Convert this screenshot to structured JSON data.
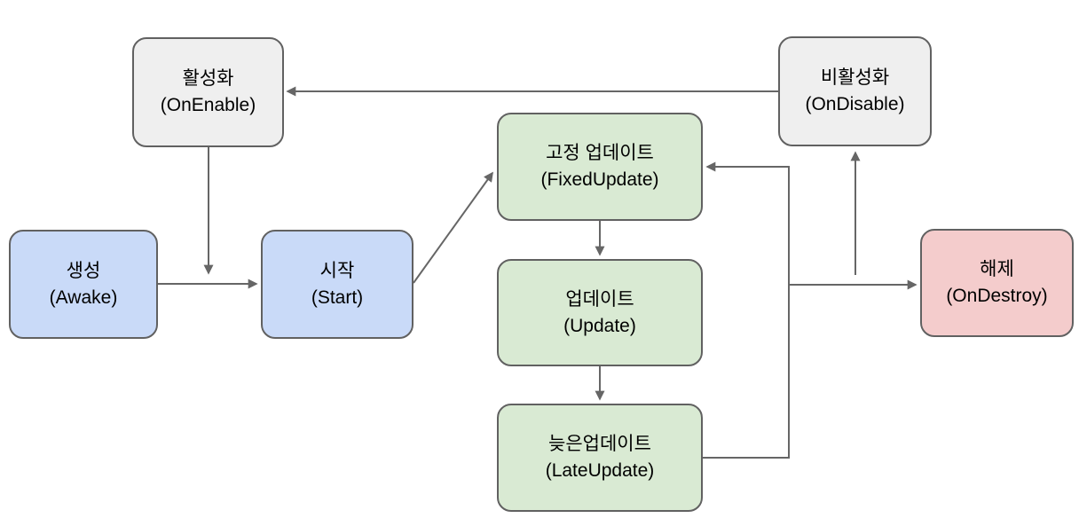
{
  "nodes": {
    "onenable": {
      "label": "활성화",
      "sublabel": "(OnEnable)",
      "fill": "#efefef"
    },
    "ondisable": {
      "label": "비활성화",
      "sublabel": "(OnDisable)",
      "fill": "#efefef"
    },
    "awake": {
      "label": "생성",
      "sublabel": "(Awake)",
      "fill": "#c9daf8"
    },
    "start": {
      "label": "시작",
      "sublabel": "(Start)",
      "fill": "#c9daf8"
    },
    "fixedupdate": {
      "label": "고정 업데이트",
      "sublabel": "(FixedUpdate)",
      "fill": "#d9ead3"
    },
    "update": {
      "label": "업데이트",
      "sublabel": "(Update)",
      "fill": "#d9ead3"
    },
    "lateupdate": {
      "label": "늦은업데이트",
      "sublabel": "(LateUpdate)",
      "fill": "#d9ead3"
    },
    "ondestroy": {
      "label": "해제",
      "sublabel": "(OnDestroy)",
      "fill": "#f4cccc"
    }
  },
  "style": {
    "node_border_color": "#616161",
    "arrow_color": "#666666",
    "text_color": "#000000",
    "background": "#ffffff"
  },
  "edges": [
    {
      "name": "ondisable-to-onenable",
      "from": "ondisable",
      "to": "onenable"
    },
    {
      "name": "onenable-to-awake-start-transition",
      "from": "onenable",
      "to": "awake-start-arrow"
    },
    {
      "name": "awake-to-start",
      "from": "awake",
      "to": "start"
    },
    {
      "name": "start-to-fixedupdate",
      "from": "start",
      "to": "fixedupdate"
    },
    {
      "name": "fixedupdate-to-update",
      "from": "fixedupdate",
      "to": "update"
    },
    {
      "name": "update-to-lateupdate",
      "from": "update",
      "to": "lateupdate"
    },
    {
      "name": "lateupdate-loop-to-fixedupdate",
      "from": "lateupdate",
      "to": "fixedupdate"
    },
    {
      "name": "loop-branch-to-ondestroy",
      "from": "loop-line",
      "to": "ondestroy"
    },
    {
      "name": "up-to-ondisable",
      "from": "loop-area",
      "to": "ondisable"
    }
  ]
}
